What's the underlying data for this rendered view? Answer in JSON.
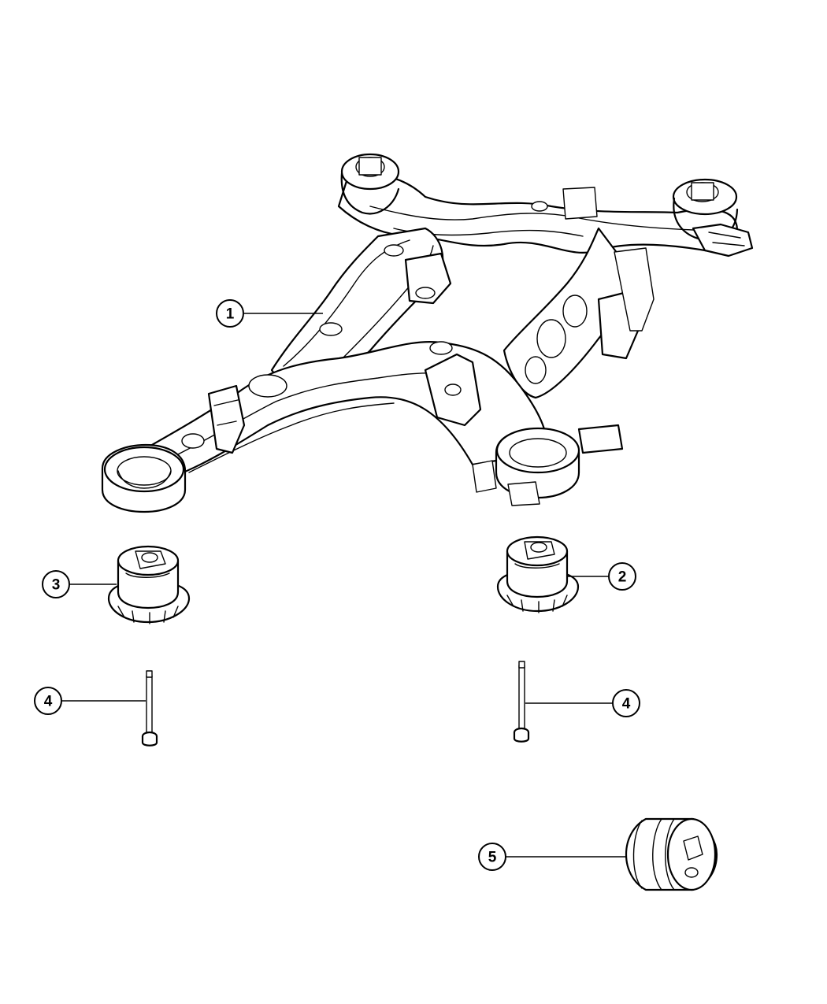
{
  "callouts": {
    "c1": "1",
    "c2": "2",
    "c3": "3",
    "c4a": "4",
    "c4b": "4",
    "c5": "5"
  },
  "parts": [
    {
      "id": "1",
      "icon": "rear-crossmember-subframe"
    },
    {
      "id": "2",
      "icon": "subframe-bushing-right"
    },
    {
      "id": "3",
      "icon": "subframe-bushing-left"
    },
    {
      "id": "4",
      "icon": "subframe-bolt"
    },
    {
      "id": "5",
      "icon": "cylindrical-bushing"
    }
  ]
}
